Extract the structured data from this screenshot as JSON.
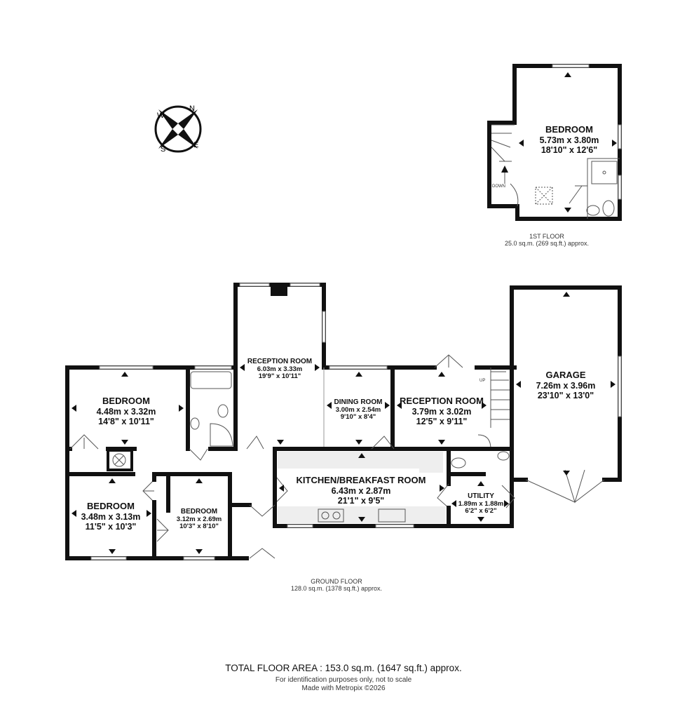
{
  "compass": {
    "n": "N",
    "e": "E",
    "s": "S",
    "w": "W"
  },
  "first_floor": {
    "caption_line1": "1ST FLOOR",
    "caption_line2": "25.0 sq.m. (269 sq.ft.) approx.",
    "stair_label": "DOWN",
    "bedroom": {
      "name": "BEDROOM",
      "metric": "5.73m  x 3.80m",
      "imperial": "18'10\"  x 12'6\""
    }
  },
  "ground_floor": {
    "caption_line1": "GROUND FLOOR",
    "caption_line2": "128.0 sq.m. (1378 sq.ft.) approx.",
    "stair_label": "UP",
    "rooms": {
      "bedroom1": {
        "name": "BEDROOM",
        "metric": "4.48m  x 3.32m",
        "imperial": "14'8\"  x 10'11\""
      },
      "bedroom2": {
        "name": "BEDROOM",
        "metric": "3.48m  x 3.13m",
        "imperial": "11'5\"  x 10'3\""
      },
      "bedroom3": {
        "name": "BEDROOM",
        "metric": "3.12m  x 2.69m",
        "imperial": "10'3\"  x 8'10\""
      },
      "reception1": {
        "name": "RECEPTION ROOM",
        "metric": "6.03m  x 3.33m",
        "imperial": "19'9\"  x 10'11\""
      },
      "dining": {
        "name": "DINING ROOM",
        "metric": "3.00m  x 2.54m",
        "imperial": "9'10\"  x 8'4\""
      },
      "reception2": {
        "name": "RECEPTION ROOM",
        "metric": "3.79m  x 3.02m",
        "imperial": "12'5\"  x 9'11\""
      },
      "kitchen": {
        "name": "KITCHEN/BREAKFAST ROOM",
        "metric": "6.43m  x 2.87m",
        "imperial": "21'1\"  x 9'5\""
      },
      "utility": {
        "name": "UTILITY",
        "metric": "1.89m  x 1.88m",
        "imperial": "6'2\"  x 6'2\""
      },
      "garage": {
        "name": "GARAGE",
        "metric": "7.26m  x 3.96m",
        "imperial": "23'10\"  x 13'0\""
      }
    }
  },
  "footer": {
    "total": "TOTAL FLOOR AREA : 153.0 sq.m. (1647 sq.ft.) approx.",
    "note1": "For identification purposes only, not to scale",
    "note2": "Made with Metropix ©2026"
  }
}
